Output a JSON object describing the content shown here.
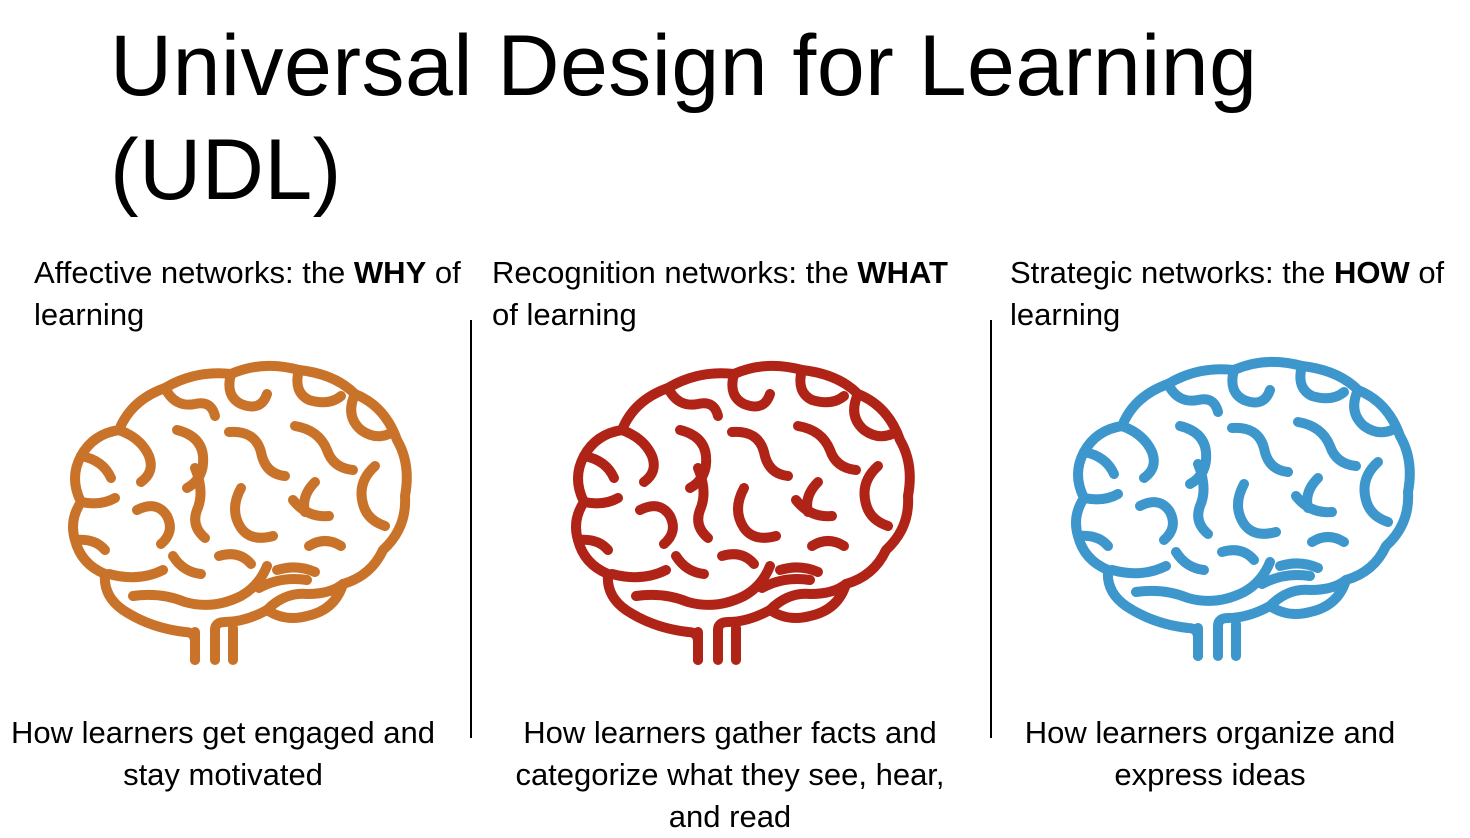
{
  "slide": {
    "title": "Universal Design for Learning (UDL)"
  },
  "columns": [
    {
      "heading_prefix": "Affective networks: the ",
      "heading_bold": "WHY",
      "heading_suffix": " of learning",
      "description": "How learners get engaged and stay motivated",
      "brain_color": "#C9732A",
      "icon": "brain-icon"
    },
    {
      "heading_prefix": "Recognition networks: the ",
      "heading_bold": "WHAT",
      "heading_suffix": " of learning",
      "description": "How learners gather facts and categorize what they see, hear, and read",
      "brain_color": "#B02418",
      "icon": "brain-icon"
    },
    {
      "heading_prefix": "Strategic networks: the ",
      "heading_bold": "HOW",
      "heading_suffix": " of learning",
      "description": "How learners organize and express ideas",
      "brain_color": "#3D97CC",
      "icon": "brain-icon"
    }
  ]
}
